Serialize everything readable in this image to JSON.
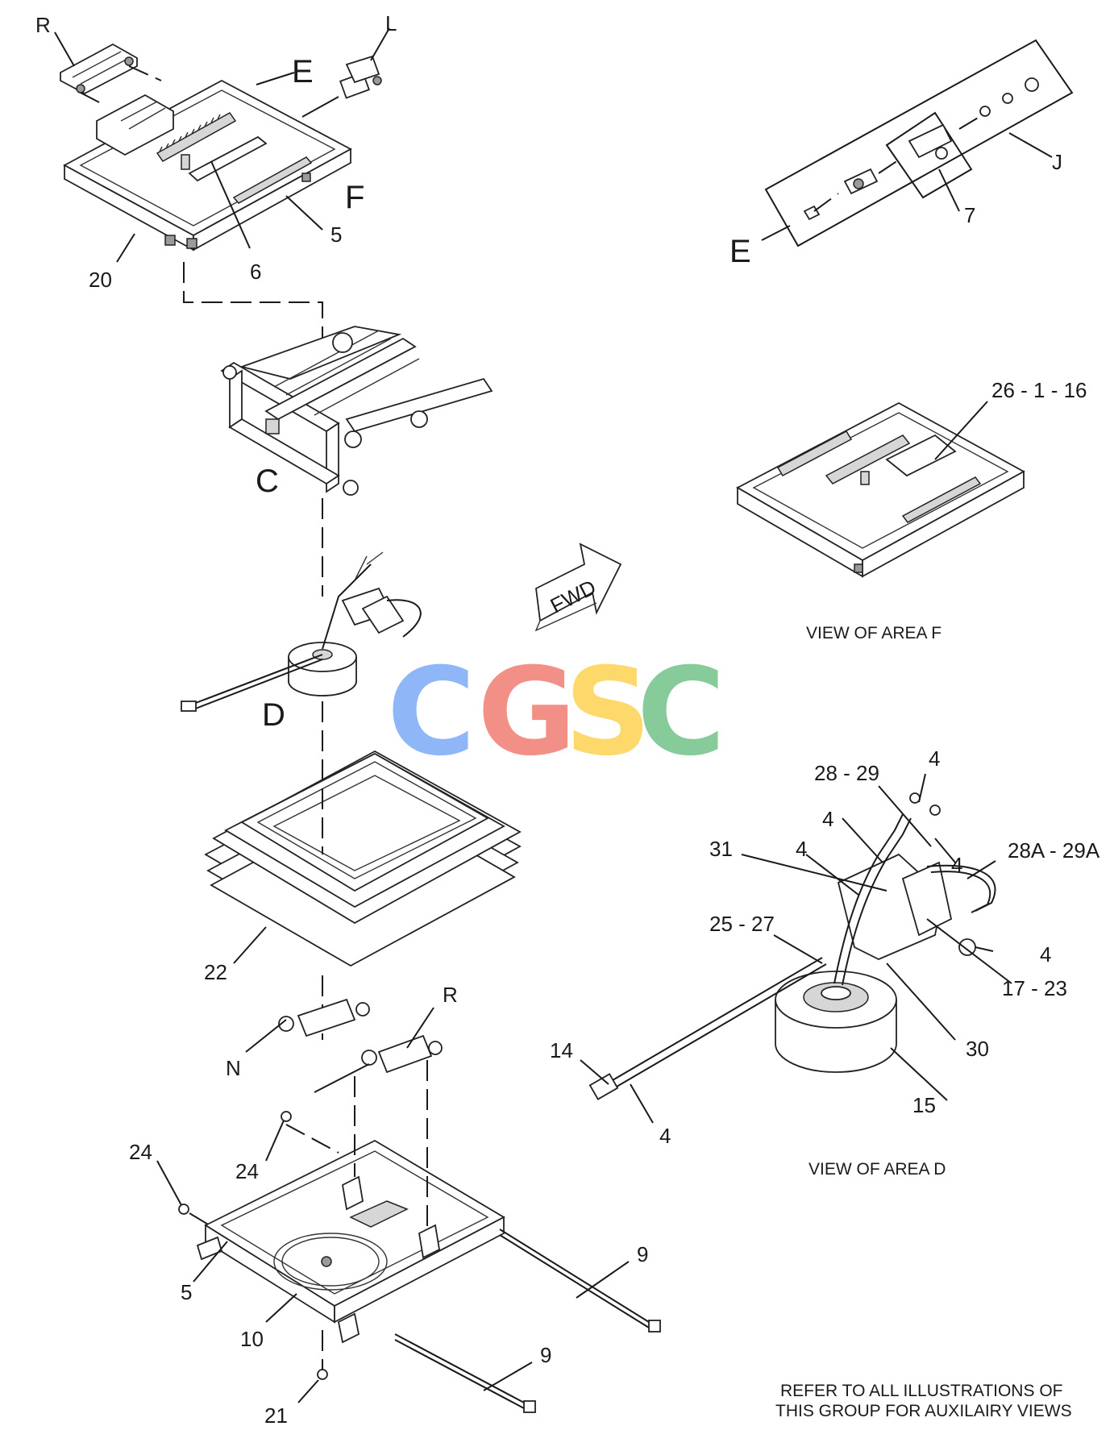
{
  "watermark": {
    "letters": [
      "C",
      "G",
      "S",
      "C"
    ],
    "colors": [
      "#8ab4f8",
      "#f28b82",
      "#fdd663",
      "#81c995"
    ]
  },
  "fwd_label": "FWD",
  "area_letters": {
    "E_top": "E",
    "F": "F",
    "C": "C",
    "D": "D",
    "E_detail": "E"
  },
  "callouts": {
    "R_top": "R",
    "L": "L",
    "n20": "20",
    "n6": "6",
    "n5_top": "5",
    "n7": "7",
    "J": "J",
    "n26": "26 - 1 - 16",
    "n22": "22",
    "N": "N",
    "R_mid": "R",
    "n24_a": "24",
    "n24_b": "24",
    "n5_bot": "5",
    "n10": "10",
    "n9_a": "9",
    "n9_b": "9",
    "n21": "21",
    "n4_a": "4",
    "n28_29": "28 - 29",
    "n4_b": "4",
    "n4_c": "4",
    "n31": "31",
    "n4_d": "4",
    "n28A_29A": "28A - 29A",
    "n25_27": "25 - 27",
    "n4_e": "4",
    "n17_23": "17 - 23",
    "n30": "30",
    "n14": "14",
    "n15": "15",
    "n4_f": "4"
  },
  "captions": {
    "view_f": "VIEW OF AREA  F",
    "view_d": "VIEW OF AREA D",
    "note_line1": "REFER TO ALL ILLUSTRATIONS OF",
    "note_line2": "THIS GROUP FOR AUXILAIRY VIEWS"
  }
}
